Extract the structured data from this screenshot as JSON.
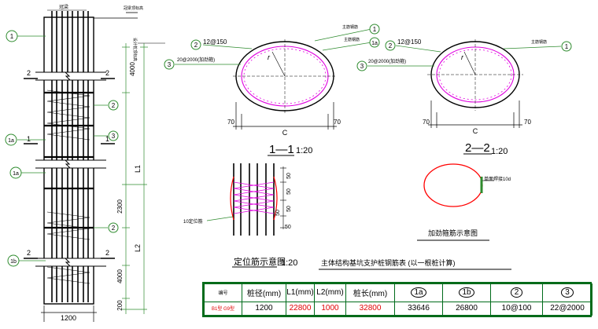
{
  "colors": {
    "green": "#2e8b2e",
    "magenta": "#e000e0",
    "red": "#ff0000",
    "black": "#000000",
    "darkgreen": "#006b1a"
  },
  "pile": {
    "top_label": "冠梁",
    "bottom_width": "1200",
    "dims_upper": "4000",
    "dims_L1": "L1",
    "dims_2300": "2300",
    "dims_L2": "L2",
    "dims_4000b": "4000",
    "dims_200": "200",
    "callouts": [
      "1",
      "1a",
      "1a",
      "1b",
      "2",
      "3",
      "2"
    ],
    "section_marks": [
      "2",
      "2",
      "1",
      "1",
      "2",
      "2"
    ],
    "right_notes": [
      "冠梁顶标高",
      "设计桩顶标高"
    ]
  },
  "section11": {
    "title": "1—1",
    "scale": "1:20",
    "rebar_2": "12@150",
    "rebar_3": "20@2000(加劲箍)",
    "c_label": "C",
    "dim_left": "70",
    "dim_right": "70",
    "r_label": "r",
    "callout_1_top": "1",
    "callout_1a": "1a",
    "label_top1": "主筋钢筋",
    "label_top2": "主筋钢筋"
  },
  "section22": {
    "title": "2—2",
    "scale": "1:20",
    "rebar_2": "12@150",
    "rebar_3": "20@2000(加劲箍)",
    "c_label": "C",
    "dim_left": "70",
    "dim_right": "70",
    "r_label": "r",
    "callout_1": "1",
    "label_top": "主筋钢筋"
  },
  "positioning": {
    "title": "定位筋示意图",
    "scale": "1:20",
    "dims": [
      "50",
      "50",
      "50",
      "50",
      "50"
    ],
    "note": "10定位筋"
  },
  "hoop": {
    "title": "加劲箍筋示意图",
    "weld_note": "单面焊接10d"
  },
  "table": {
    "title": "主体结构基坑支护桩钢筋表 (以一根桩计算)",
    "header": [
      "编号",
      "桩径(mm)",
      "L1(mm)",
      "L2(mm)",
      "桩长(mm)",
      "1a",
      "1b",
      "2",
      "3"
    ],
    "row": [
      "B1型 G9型",
      "1200",
      "22800",
      "1000",
      "32800",
      "33646",
      "26800",
      "10@100",
      "22@2000"
    ]
  }
}
